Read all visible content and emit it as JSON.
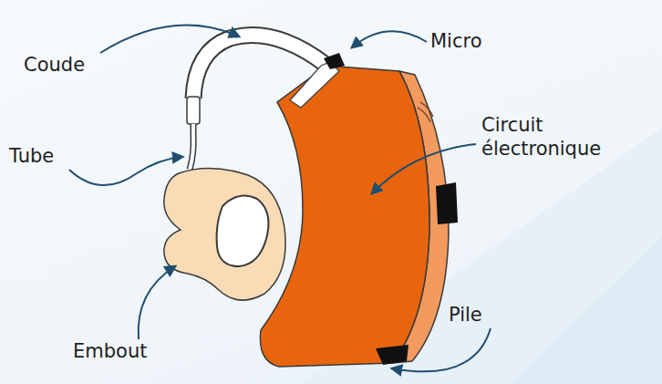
{
  "diagram": {
    "labels": [
      "Coude",
      "Micro",
      "Circuit électronique",
      "Tube",
      "Embout",
      "Pile"
    ]
  }
}
